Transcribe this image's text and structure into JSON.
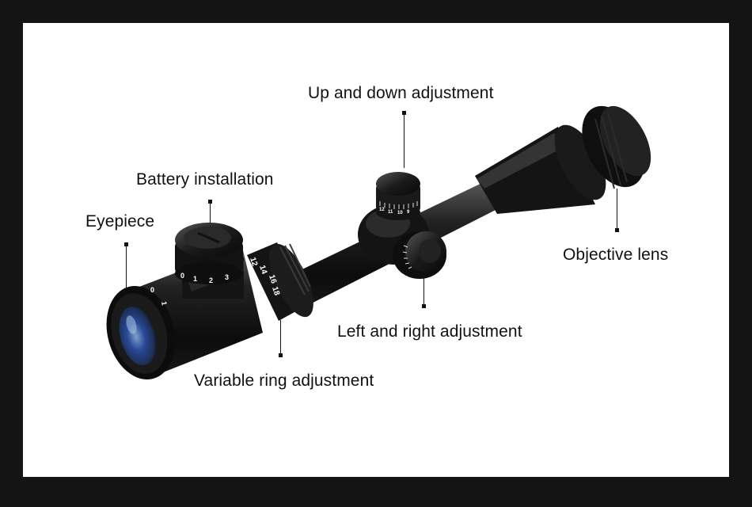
{
  "diagram": {
    "labels": {
      "up_down": "Up and down adjustment",
      "battery": "Battery installation",
      "eyepiece": "Eyepiece",
      "objective": "Objective lens",
      "left_right": "Left and right adjustment",
      "variable_ring": "Variable ring adjustment"
    },
    "power_ring_marks": [
      "12",
      "14",
      "16",
      "18"
    ],
    "battery_knob_marks": [
      "0",
      "1",
      "2",
      "3"
    ],
    "turret_marks": [
      "12",
      "11",
      "10",
      "9"
    ],
    "eyepiece_marks": [
      "0",
      "1"
    ],
    "colors": {
      "frame": "#141414",
      "panel": "#ffffff",
      "scope_body": "#141414",
      "lens_tint": "#2a4a9a"
    }
  }
}
